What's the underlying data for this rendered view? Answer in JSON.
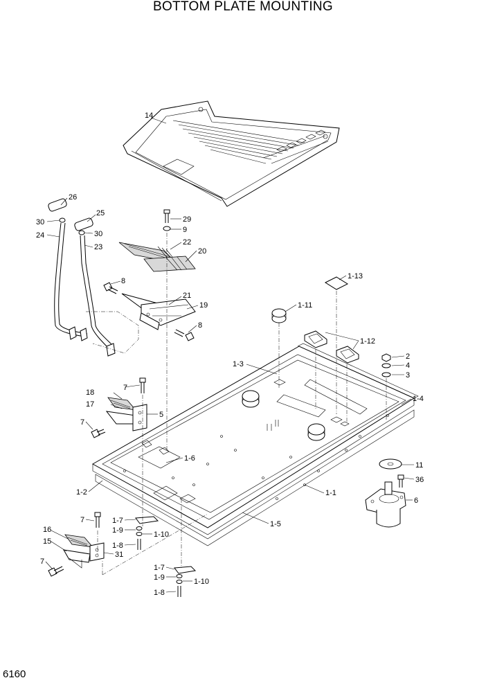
{
  "title": "BOTTOM PLATE MOUNTING",
  "page_number": "6160",
  "callouts": [
    "14",
    "26",
    "25",
    "30",
    "30",
    "24",
    "23",
    "29",
    "9",
    "22",
    "20",
    "8",
    "21",
    "19",
    "8",
    "1-13",
    "1-11",
    "1-12",
    "2",
    "4",
    "3",
    "1-3",
    "1-4",
    "18",
    "17",
    "7",
    "5",
    "7",
    "1-6",
    "11",
    "36",
    "1-2",
    "1-1",
    "6",
    "7",
    "1-7",
    "1-9",
    "1-10",
    "1-8",
    "1-5",
    "16",
    "15",
    "31",
    "7",
    "1-7",
    "1-9",
    "1-10",
    "1-8"
  ]
}
